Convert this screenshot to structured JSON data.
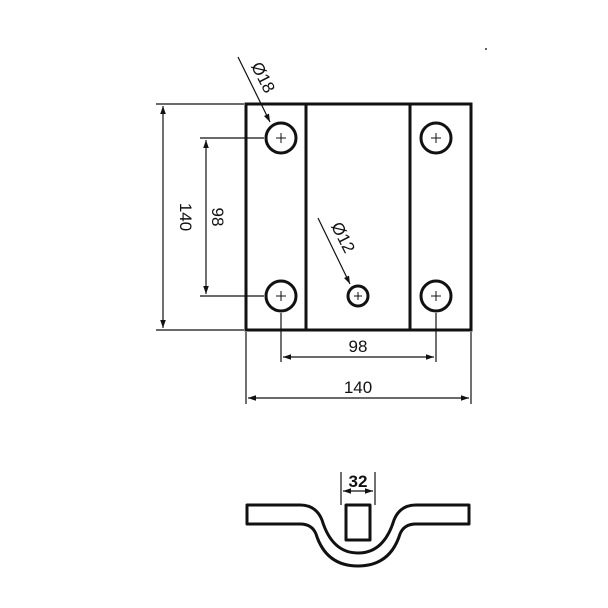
{
  "plate_dims": {
    "width": "140",
    "height": "140",
    "hole_spacing_horizontal": "98",
    "hole_spacing_vertical": "98"
  },
  "holes": {
    "large_diameter": "Ø18",
    "small_diameter": "Ø12"
  },
  "profile": {
    "slot_width": "32"
  },
  "colors": {
    "line": "#111111",
    "background": "#ffffff"
  }
}
